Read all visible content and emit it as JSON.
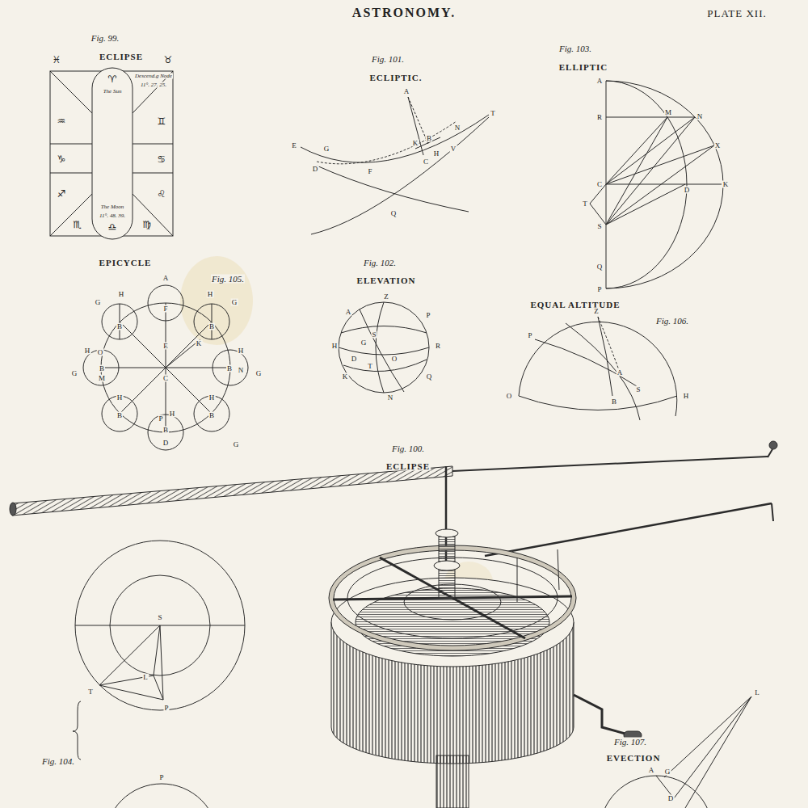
{
  "diagram": {
    "title": "ASTRONOMY.",
    "labels": [
      "PLATE XII.",
      "Fig. 99.",
      "ECLIPSE",
      "♓",
      "♈",
      "The Sun",
      "Descend.g Node",
      "11°. 27. 25.",
      "♉",
      "♒",
      "♊",
      "♑",
      "♋",
      "♐",
      "♌",
      "The Moon",
      "11°. 48. 39.",
      "♏",
      "♍",
      "♎",
      "Fig. 101.",
      "ECLIPTIC.",
      "A",
      "E",
      "G",
      "K",
      "B",
      "N",
      "T",
      "D",
      "F",
      "C",
      "H",
      "V",
      "Q",
      "Fig. 103.",
      "ELLIPTIC",
      "A",
      "R",
      "M",
      "N",
      "X",
      "C",
      "D",
      "K",
      "T",
      "S",
      "Q",
      "P",
      "EPICYCLE",
      "Fig. 105.",
      "A",
      "F",
      "H",
      "G",
      "B",
      "H",
      "G",
      "B",
      "E",
      "K",
      "H",
      "O",
      "G",
      "B",
      "M",
      "C",
      "B",
      "N",
      "G",
      "H",
      "H",
      "B",
      "H",
      "B",
      "H",
      "P",
      "B",
      "D",
      "G",
      "Fig. 102.",
      "ELEVATION",
      "Z",
      "A",
      "P",
      "H",
      "G",
      "S",
      "D",
      "O",
      "R",
      "T",
      "K",
      "Q",
      "N",
      "EQUAL ALTITUDE",
      "Fig. 106.",
      "Z",
      "P",
      "A",
      "O",
      "B",
      "S",
      "H",
      "Fig. 100.",
      "ECLIPSE",
      "S",
      "L",
      "T",
      "P",
      "Fig. 104.",
      "P",
      "Fig. 107.",
      "EVECTION",
      "L",
      "A",
      "G",
      "D"
    ]
  }
}
